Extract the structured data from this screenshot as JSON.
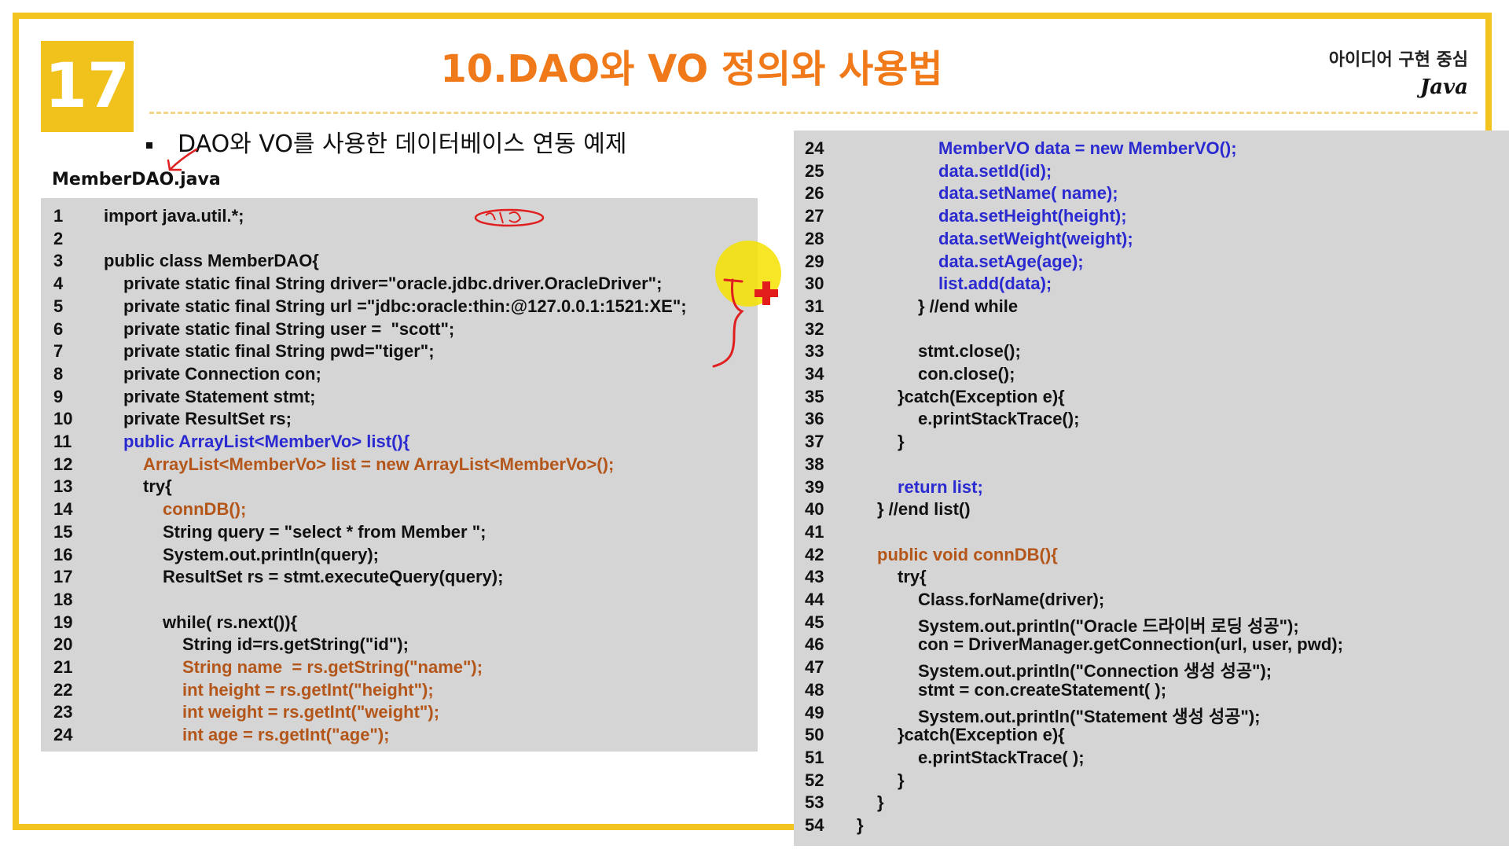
{
  "slide_number": "17",
  "title": "10.DAO와 VO 정의와 사용법",
  "brand": {
    "subtitle": "아이디어 구현 중심",
    "name": "Java"
  },
  "bullet": "DAO와 VO를 사용한 데이터베이스 연동 예제",
  "filename": "MemberDAO.java",
  "colors": {
    "accent": "#f3c320",
    "title": "#f07a1a",
    "code_blue": "#2a2ad0",
    "code_orange": "#b4561a",
    "panel": "#d5d5d5"
  },
  "left_code": [
    {
      "n": "1",
      "t": "import java.util.*;",
      "i": 0,
      "c": "k"
    },
    {
      "n": "2",
      "t": "",
      "i": 0,
      "c": "k"
    },
    {
      "n": "3",
      "t": "public class MemberDAO{",
      "i": 0,
      "c": "k"
    },
    {
      "n": "4",
      "t": "private static final String driver=\"oracle.jdbc.driver.OracleDriver\";",
      "i": 1,
      "c": "k"
    },
    {
      "n": "5",
      "t": "private static final String url =\"jdbc:oracle:thin:@127.0.0.1:1521:XE\";",
      "i": 1,
      "c": "k"
    },
    {
      "n": "6",
      "t": "private static final String user =  \"scott\";",
      "i": 1,
      "c": "k"
    },
    {
      "n": "7",
      "t": "private static final String pwd=\"tiger\";",
      "i": 1,
      "c": "k"
    },
    {
      "n": "8",
      "t": "private Connection con;",
      "i": 1,
      "c": "k"
    },
    {
      "n": "9",
      "t": "private Statement stmt;",
      "i": 1,
      "c": "k"
    },
    {
      "n": "10",
      "t": "private ResultSet rs;",
      "i": 1,
      "c": "k"
    },
    {
      "n": "11",
      "t": "public ArrayList<MemberVo> list(){",
      "i": 1,
      "c": "b"
    },
    {
      "n": "12",
      "t": "ArrayList<MemberVo> list = new ArrayList<MemberVo>();",
      "i": 2,
      "c": "o"
    },
    {
      "n": "13",
      "t": "try{",
      "i": 2,
      "c": "k"
    },
    {
      "n": "14",
      "t": "connDB();",
      "i": 3,
      "c": "o"
    },
    {
      "n": "15",
      "t": "String query = \"select * from Member \";",
      "i": 3,
      "c": "k"
    },
    {
      "n": "16",
      "t": "System.out.println(query);",
      "i": 3,
      "c": "k"
    },
    {
      "n": "17",
      "t": "ResultSet rs = stmt.executeQuery(query);",
      "i": 3,
      "c": "k"
    },
    {
      "n": "18",
      "t": "",
      "i": 0,
      "c": "k"
    },
    {
      "n": "19",
      "t": "while( rs.next()){",
      "i": 3,
      "c": "k"
    },
    {
      "n": "20",
      "t": "String id=rs.getString(\"id\");",
      "i": 4,
      "c": "k"
    },
    {
      "n": "21",
      "t": "String name  = rs.getString(\"name\");",
      "i": 4,
      "c": "o"
    },
    {
      "n": "22",
      "t": "int height = rs.getInt(\"height\");",
      "i": 4,
      "c": "o"
    },
    {
      "n": "23",
      "t": "int weight = rs.getInt(\"weight\");",
      "i": 4,
      "c": "o"
    },
    {
      "n": "24",
      "t": "int age = rs.getInt(\"age\");",
      "i": 4,
      "c": "o"
    }
  ],
  "right_code": [
    {
      "n": "24",
      "t": "MemberVO data = new MemberVO();",
      "i": 4,
      "c": "b"
    },
    {
      "n": "25",
      "t": "data.setId(id);",
      "i": 4,
      "c": "b"
    },
    {
      "n": "26",
      "t": "data.setName( name);",
      "i": 4,
      "c": "b"
    },
    {
      "n": "27",
      "t": "data.setHeight(height);",
      "i": 4,
      "c": "b"
    },
    {
      "n": "28",
      "t": "data.setWeight(weight);",
      "i": 4,
      "c": "b"
    },
    {
      "n": "29",
      "t": "data.setAge(age);",
      "i": 4,
      "c": "b"
    },
    {
      "n": "30",
      "t": "list.add(data);",
      "i": 4,
      "c": "b"
    },
    {
      "n": "31",
      "t": "} //end while",
      "i": 3,
      "c": "k"
    },
    {
      "n": "32",
      "t": "",
      "i": 0,
      "c": "k"
    },
    {
      "n": "33",
      "t": "stmt.close();",
      "i": 3,
      "c": "k"
    },
    {
      "n": "34",
      "t": "con.close();",
      "i": 3,
      "c": "k"
    },
    {
      "n": "35",
      "t": "}catch(Exception e){",
      "i": 2,
      "c": "k"
    },
    {
      "n": "36",
      "t": "e.printStackTrace();",
      "i": 3,
      "c": "k"
    },
    {
      "n": "37",
      "t": "}",
      "i": 2,
      "c": "k"
    },
    {
      "n": "38",
      "t": "",
      "i": 0,
      "c": "k"
    },
    {
      "n": "39",
      "t": "return list;",
      "i": 2,
      "c": "b"
    },
    {
      "n": "40",
      "t": "} //end list()",
      "i": 1,
      "c": "k"
    },
    {
      "n": "41",
      "t": "",
      "i": 0,
      "c": "k"
    },
    {
      "n": "42",
      "t": "public void connDB(){",
      "i": 1,
      "c": "o"
    },
    {
      "n": "43",
      "t": "try{",
      "i": 2,
      "c": "k"
    },
    {
      "n": "44",
      "t": "Class.forName(driver);",
      "i": 3,
      "c": "k"
    },
    {
      "n": "45",
      "t": "System.out.println(\"Oracle 드라이버 로딩 성공\");",
      "i": 3,
      "c": "k"
    },
    {
      "n": "46",
      "t": "con = DriverManager.getConnection(url, user, pwd);",
      "i": 3,
      "c": "k"
    },
    {
      "n": "47",
      "t": "System.out.println(\"Connection 생성 성공\");",
      "i": 3,
      "c": "k"
    },
    {
      "n": "48",
      "t": "stmt = con.createStatement( );",
      "i": 3,
      "c": "k"
    },
    {
      "n": "49",
      "t": "System.out.println(\"Statement 생성 성공\");",
      "i": 3,
      "c": "k"
    },
    {
      "n": "50",
      "t": "}catch(Exception e){",
      "i": 2,
      "c": "k"
    },
    {
      "n": "51",
      "t": "e.printStackTrace( );",
      "i": 3,
      "c": "k"
    },
    {
      "n": "52",
      "t": "}",
      "i": 2,
      "c": "k"
    },
    {
      "n": "53",
      "t": "}",
      "i": 1,
      "c": "k"
    },
    {
      "n": "54",
      "t": "}",
      "i": 0,
      "c": "k"
    }
  ]
}
